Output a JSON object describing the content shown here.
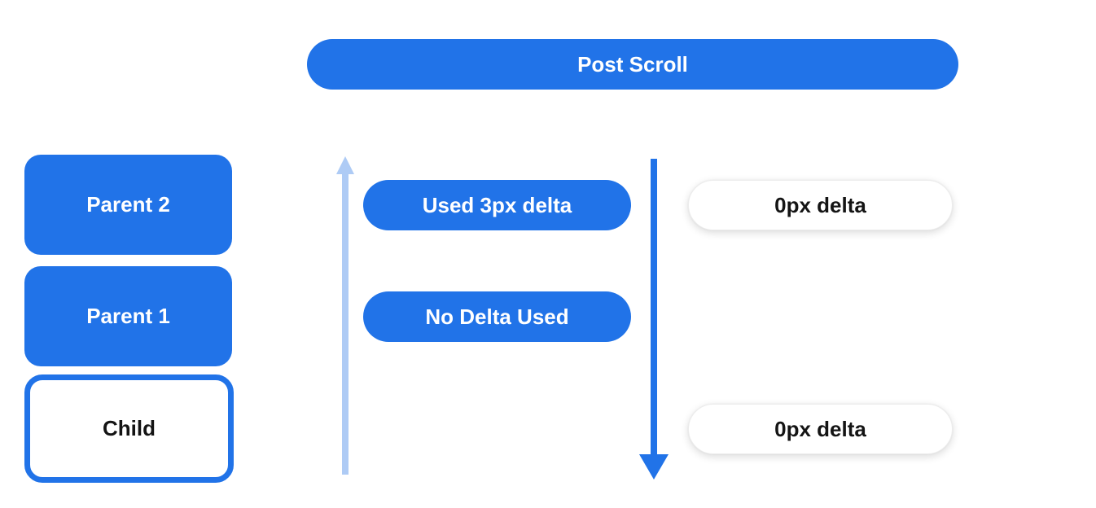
{
  "colors": {
    "primary_blue": "#2173E8",
    "light_blue": "#AECBF5",
    "pill_white": "#FFFFFF",
    "text_on_blue": "#FFFFFF",
    "text_dark": "#141414"
  },
  "header": {
    "title": "Post Scroll"
  },
  "scroll_chain": {
    "boxes": [
      {
        "label": "Parent 2",
        "style": "filled"
      },
      {
        "label": "Parent 1",
        "style": "filled"
      },
      {
        "label": "Child",
        "style": "outlined"
      }
    ]
  },
  "icons": {
    "up_arrow": "arrow-up",
    "down_arrow": "arrow-down"
  },
  "delta_used": {
    "pills": [
      {
        "label": "Used 3px delta"
      },
      {
        "label": "No Delta Used"
      }
    ]
  },
  "delta_remaining": {
    "pills": [
      {
        "label": "0px delta"
      },
      {
        "label": "0px delta"
      }
    ]
  }
}
